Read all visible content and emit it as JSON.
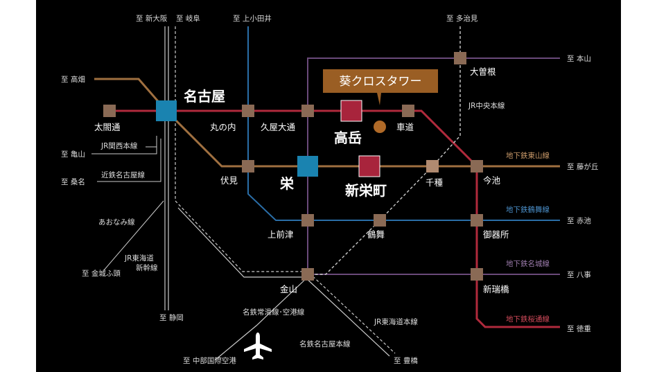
{
  "colors": {
    "background": "#000000",
    "page_margin": "#ffffff",
    "higashiyama": "#a07040",
    "meijo": "#b02a3c",
    "sakuradori": "#b02a3c",
    "tsurumai": "#2a6ea8",
    "kamiiida": "#2a6ea8",
    "jr_chuo": "#cccccc",
    "purple_line": "#6a4a7a",
    "station_square": "#8a6a55",
    "hub_blue": "#1a83b0",
    "hub_red": "#a8243c",
    "callout": "#9a5e24"
  },
  "directions": {
    "shin_osaka": "至 新大阪",
    "gifu": "至 岐阜",
    "kamiotai": "至 上小田井",
    "tajimi": "至 多治見",
    "motoyama": "至 本山",
    "takabata": "至 高畑",
    "kameyama": "至 亀山",
    "kuwana": "至 桑名",
    "fujigaoka": "至 藤が丘",
    "akaike": "至 赤池",
    "yagoto": "至 八事",
    "kinjofuto": "至 金城ふ頭",
    "shizuoka": "至 静岡",
    "tokushige": "至 徳重",
    "chubu_airport": "至 中部国際空港",
    "toyohashi": "至 豊橋"
  },
  "lines": {
    "jr_kansai": "JR関西本線",
    "kintetsu": "近鉄名古屋線",
    "aonami": "あおなみ線",
    "tokaido_shinkansen_1": "JR東海道",
    "tokaido_shinkansen_2": "新幹線",
    "jr_chuo": "JR中央本線",
    "higashiyama": "地下鉄東山線",
    "tsurumai": "地下鉄鶴舞線",
    "meijo": "地下鉄名城線",
    "sakuradori": "地下鉄桜通線",
    "meitetsu_tokoname": "名鉄常滑線･空港線",
    "jr_tokaido": "JR東海道本線",
    "meitetsu_nagoya": "名鉄名古屋本線"
  },
  "stations": {
    "nagoya": "名古屋",
    "taikodori": "太閤通",
    "marunouchi": "丸の内",
    "hisaya_odori": "久屋大通",
    "takaoka": "高岳",
    "kurumamichi": "車道",
    "ozone": "大曽根",
    "fushimi": "伏見",
    "sakae": "栄",
    "shin_sakaemachi": "新栄町",
    "chikusa": "千種",
    "imaike": "今池",
    "kamimaezu": "上前津",
    "tsurumai": "鶴舞",
    "gokiso": "御器所",
    "kanayama": "金山",
    "shin_mizuho": "新瑞橋"
  },
  "callout": {
    "label": "葵クロスタワー"
  },
  "icons": {
    "airport": "airplane-icon"
  }
}
